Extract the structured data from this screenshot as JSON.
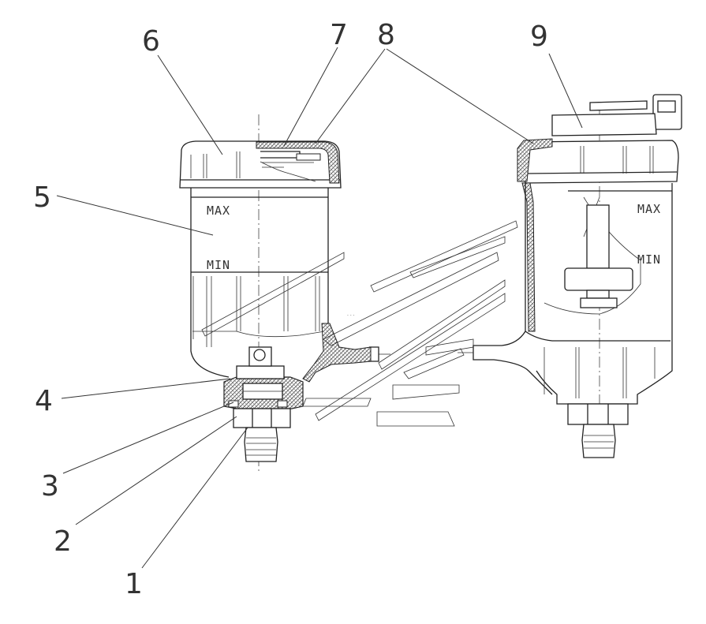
{
  "callouts": {
    "c1": "1",
    "c2": "2",
    "c3": "3",
    "c4": "4",
    "c5": "5",
    "c6": "6",
    "c7": "7",
    "c8": "8",
    "c9": "9"
  },
  "markings": {
    "left_max": "MAX",
    "left_min": "MIN",
    "right_max": "MAX",
    "right_min": "MIN"
  },
  "colors": {
    "ink": "#222222",
    "paper": "#ffffff",
    "hatch": "#555555"
  }
}
